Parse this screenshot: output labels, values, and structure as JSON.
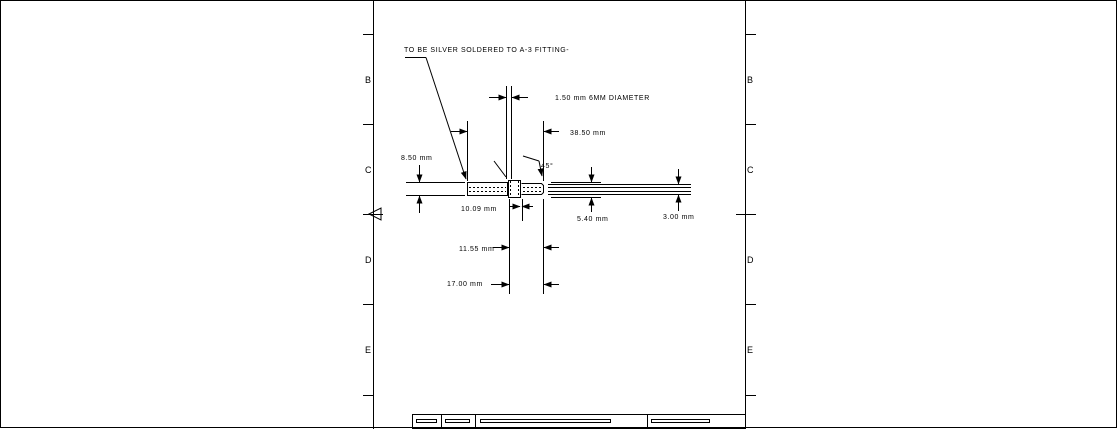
{
  "sheet": {
    "zones_left": [
      "B",
      "C",
      "D",
      "E"
    ],
    "zones_right": [
      "B",
      "C",
      "D",
      "E"
    ]
  },
  "annotations": {
    "note": "TO BE SILVER SOLDERED TO A-3 FITTING-",
    "diameter": "1.50 mm   6MM DIAMETER",
    "dim_38_50": "38.50 mm",
    "dim_8_50": "8.50 mm",
    "angle": "45°",
    "dim_10_09": "10.09 mm",
    "dim_5_40": "5.40 mm",
    "dim_3_00": "3.00 mm",
    "dim_11_55": "11.55 mm",
    "dim_17_00": "17.00 mm"
  }
}
